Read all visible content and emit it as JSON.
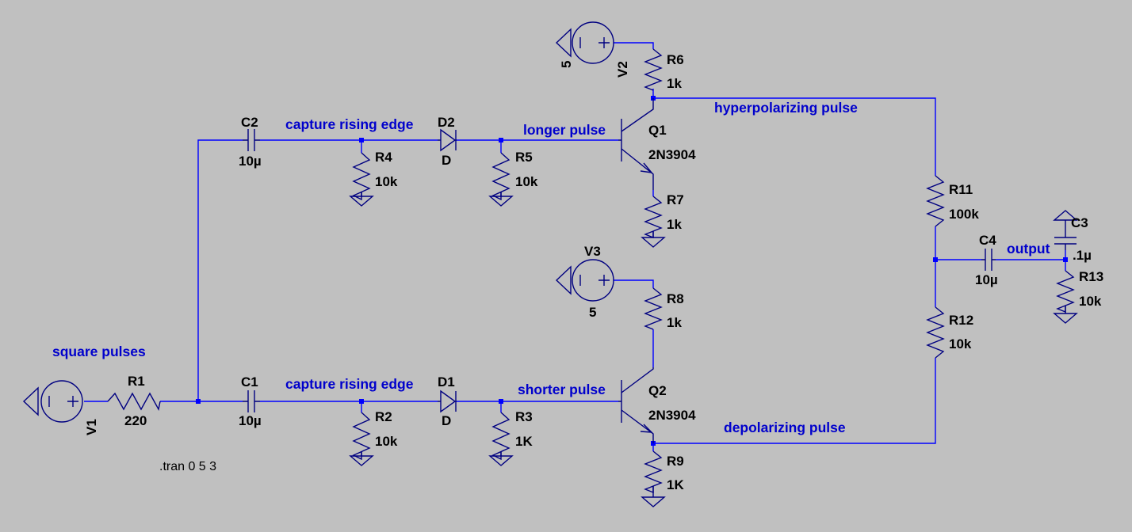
{
  "colors": {
    "background": "#c0c0c0",
    "wire": "#0000ff",
    "component": "#000080",
    "net_label": "#0000cc",
    "text": "#000000"
  },
  "net_labels": {
    "square_pulses": "square pulses",
    "capture_top": "capture rising edge",
    "capture_bottom": "capture rising edge",
    "longer_pulse": "longer pulse",
    "shorter_pulse": "shorter pulse",
    "hyperpolarizing": "hyperpolarizing pulse",
    "depolarizing": "depolarizing pulse",
    "output": "output"
  },
  "directive": ".tran 0 5 3",
  "components": {
    "V1": {
      "name": "V1"
    },
    "V2": {
      "name": "V2",
      "value": "5"
    },
    "V3": {
      "name": "V3",
      "value": "5"
    },
    "R1": {
      "name": "R1",
      "value": "220"
    },
    "R2": {
      "name": "R2",
      "value": "10k"
    },
    "R3": {
      "name": "R3",
      "value": "1K"
    },
    "R4": {
      "name": "R4",
      "value": "10k"
    },
    "R5": {
      "name": "R5",
      "value": "10k"
    },
    "R6": {
      "name": "R6",
      "value": "1k"
    },
    "R7": {
      "name": "R7",
      "value": "1k"
    },
    "R8": {
      "name": "R8",
      "value": "1k"
    },
    "R9": {
      "name": "R9",
      "value": "1K"
    },
    "R11": {
      "name": "R11",
      "value": "100k"
    },
    "R12": {
      "name": "R12",
      "value": "10k"
    },
    "R13": {
      "name": "R13",
      "value": "10k"
    },
    "C1": {
      "name": "C1",
      "value": "10µ"
    },
    "C2": {
      "name": "C2",
      "value": "10µ"
    },
    "C3": {
      "name": "C3",
      "value": ".1µ"
    },
    "C4": {
      "name": "C4",
      "value": "10µ"
    },
    "D1": {
      "name": "D1",
      "value": "D"
    },
    "D2": {
      "name": "D2",
      "value": "D"
    },
    "Q1": {
      "name": "Q1",
      "value": "2N3904"
    },
    "Q2": {
      "name": "Q2",
      "value": "2N3904"
    }
  }
}
